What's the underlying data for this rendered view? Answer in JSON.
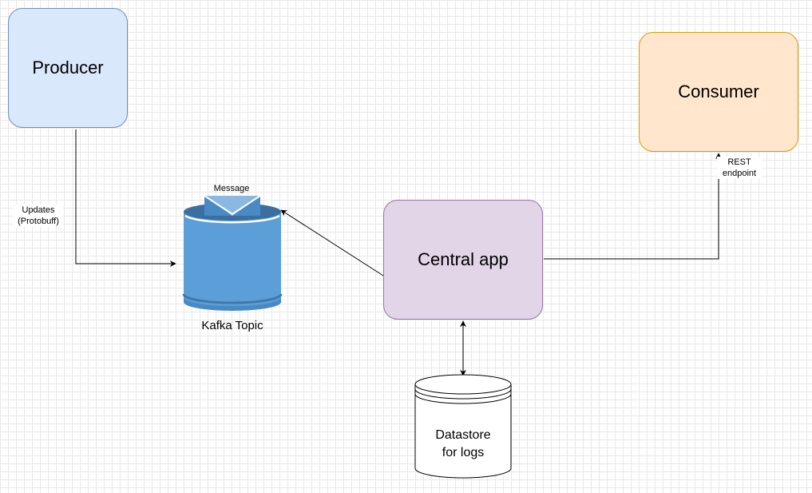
{
  "nodes": {
    "producer": "Producer",
    "consumer": "Consumer",
    "central_app": "Central app",
    "kafka_topic": "Kafka Topic",
    "message": "Message",
    "datastore": "Datastore\nfor logs"
  },
  "edges": {
    "producer_to_kafka": "Updates\n(Protobuff)",
    "central_to_consumer": "REST\nendpoint"
  },
  "colors": {
    "producer_fill": "#dae8fc",
    "consumer_fill": "#ffe6cc",
    "central_fill": "#e1d5e7",
    "kafka_blue": "#5294cf"
  },
  "icons": [
    "database-cylinder-icon",
    "envelope-icon"
  ]
}
